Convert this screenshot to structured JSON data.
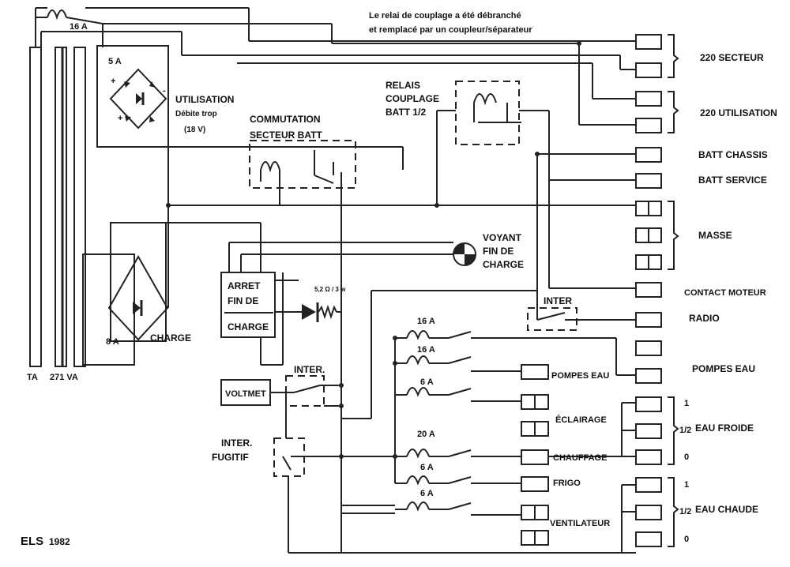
{
  "note": {
    "line1": "Le relai de couplage a été débranché",
    "line2": "et remplacé par un coupleur/séparateur"
  },
  "transformer": {
    "fuse": "16 A",
    "ta": "TA",
    "rating": "271 VA"
  },
  "utilisation_bridge": {
    "fuse": "5 A",
    "plus": "+",
    "minus": "-",
    "title": "UTILISATION",
    "note1": "Débite trop",
    "note2": "(18 V)"
  },
  "charge_bridge": {
    "fuse": "8 A",
    "label": "CHARGE"
  },
  "commutation": {
    "title": "COMMUTATION",
    "subtitle": "SECTEUR BATT"
  },
  "relais_couplage": {
    "line1": "RELAIS",
    "line2": "COUPLAGE",
    "line3": "BATT 1/2"
  },
  "voyant": {
    "line1": "VOYANT",
    "line2": "FIN DE",
    "line3": "CHARGE"
  },
  "arret": {
    "line1": "ARRET",
    "line2": "FIN DE",
    "line3": "CHARGE",
    "diode_note": "5,2 Ω / 3 w"
  },
  "voltmet": "VOLTMET",
  "inter_mid": "INTER.",
  "inter_radio": "INTER",
  "inter_fugitif": {
    "line1": "INTER.",
    "line2": "FUGITIF"
  },
  "fuses": {
    "f1": "16 A",
    "f2": "16 A",
    "f3": "6 A",
    "f4": "20 A",
    "f5": "6 A",
    "f6": "6 A"
  },
  "loads": {
    "pompes": "POMPES EAU",
    "eclairage": "ÉCLAIRAGE",
    "chauffage": "CHAUFFAGE",
    "frigo": "FRIGO",
    "ventilateur": "VENTILATEUR"
  },
  "terminals": {
    "secteur": "220 SECTEUR",
    "utilisation": "220 UTILISATION",
    "batt_chassis": "BATT  CHASSIS",
    "batt_service": "BATT  SERVICE",
    "masse": "MASSE",
    "contact": "CONTACT MOTEUR",
    "radio": "RADIO",
    "pompes": "POMPES EAU"
  },
  "eau_froide": {
    "label": "EAU  FROIDE",
    "one": "1",
    "half": "1/2",
    "zero": "0"
  },
  "eau_chaude": {
    "label": "EAU  CHAUDE",
    "one": "1",
    "half": "1/2",
    "zero": "0"
  },
  "signature": {
    "initials": "ELS",
    "year": "1982"
  }
}
